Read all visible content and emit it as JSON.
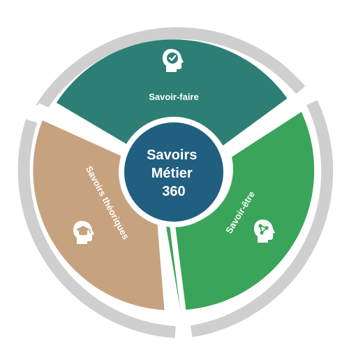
{
  "center": {
    "lines": [
      "Savoirs",
      "Métier",
      "360"
    ],
    "color": "#215f80"
  },
  "segments": [
    {
      "id": "savoir-faire",
      "label": "Savoir-faire",
      "color": "#2d7f75",
      "icon": "head-checkmark-icon"
    },
    {
      "id": "savoir-etre",
      "label": "Savoir-être",
      "color": "#3aa55a",
      "icon": "head-network-icon"
    },
    {
      "id": "savoirs-theoriques",
      "label": "Savoirs théoriques",
      "color": "#c7a27f",
      "icon": "head-graduation-cap-icon"
    }
  ],
  "outer_ring_color": "#cfcfcf"
}
